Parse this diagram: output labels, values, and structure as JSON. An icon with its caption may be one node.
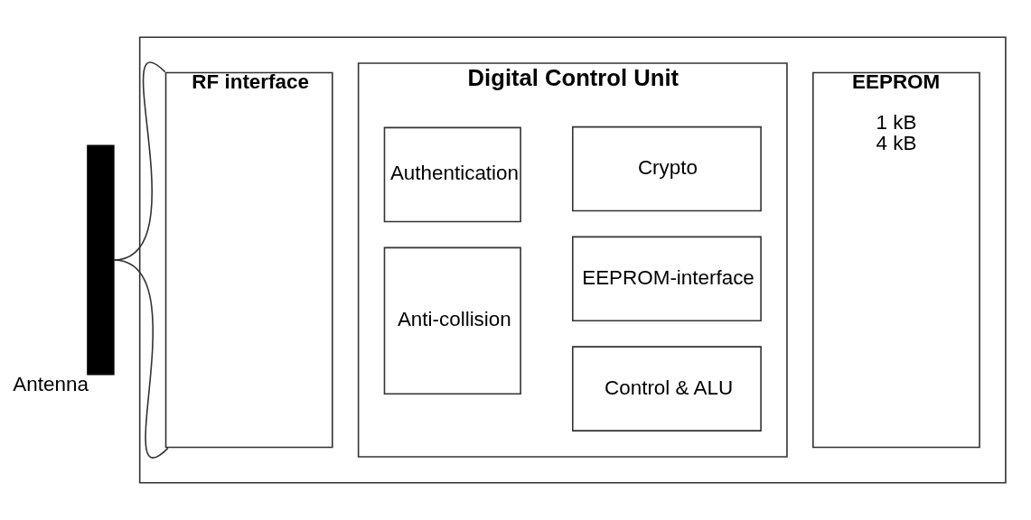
{
  "diagram": {
    "nodes": [
      {
        "text": [],
        "shape": "box"
      },
      {
        "text": [
          "RF interface"
        ],
        "in": 0
      },
      {
        "text": [
          "Digital Control Unit"
        ],
        "in": 0
      },
      {
        "text": [
          "Anti-collision"
        ],
        "in": 2
      },
      {
        "text": [
          "Control & ALU"
        ],
        "in": 2
      },
      {
        "text": [
          "EEPROM-interface"
        ],
        "in": 2
      },
      {
        "text": [
          "Authentication"
        ],
        "in": 2
      },
      {
        "text": [
          "Crypto"
        ],
        "in": 2
      },
      {
        "text": [
          "EEPROM",
          "1 kB",
          "4 kB"
        ],
        "in": 0
      },
      {
        "text": [],
        "shape": "bar",
        "beside": [
          "Antenna"
        ]
      }
    ],
    "edges": [
      {
        "from": 9,
        "to": 1,
        "arrow": "none"
      },
      {
        "from": 9,
        "to": 1,
        "arrow": "none"
      }
    ]
  }
}
